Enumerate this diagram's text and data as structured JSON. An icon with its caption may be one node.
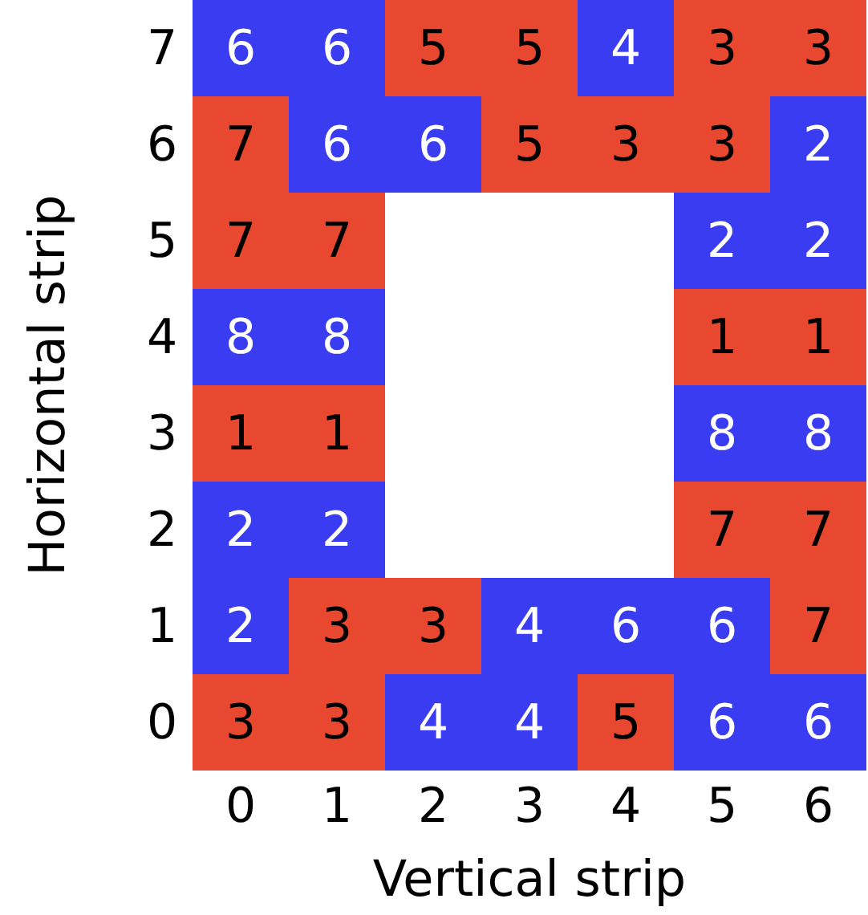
{
  "diagram": {
    "labels": [
      "7",
      "6",
      "6",
      "5",
      "5",
      "4",
      "3",
      "3",
      "6",
      "7",
      "6",
      "6",
      "5",
      "3",
      "3",
      "2",
      "5",
      "7",
      "7",
      "2",
      "2",
      "4",
      "8",
      "8",
      "1",
      "1",
      "3",
      "1",
      "1",
      "8",
      "8",
      "2",
      "2",
      "2",
      "7",
      "7",
      "1",
      "2",
      "3",
      "3",
      "4",
      "6",
      "6",
      "7",
      "0",
      "3",
      "3",
      "4",
      "4",
      "5",
      "6",
      "6",
      "0",
      "1",
      "2",
      "3",
      "4",
      "5",
      "6",
      "Vertical strip",
      "Horizontal strip"
    ]
  }
}
